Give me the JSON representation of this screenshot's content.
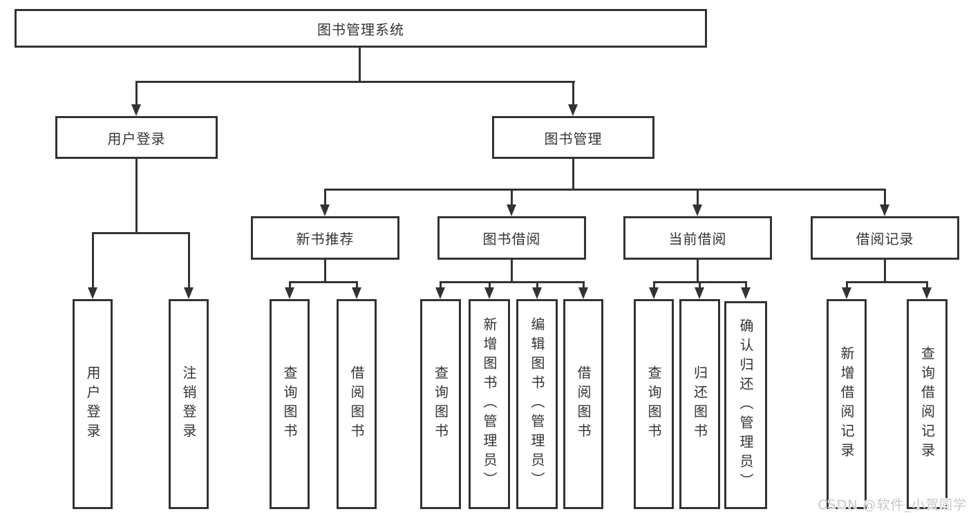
{
  "diagram_title": "图书管理系统",
  "nodes": {
    "root": {
      "label": "图书管理系统"
    },
    "user_login": {
      "label": "用户登录"
    },
    "book_mgmt": {
      "label": "图书管理"
    },
    "new_book": {
      "label": "新书推荐"
    },
    "book_borrow": {
      "label": "图书借阅"
    },
    "current_borrow": {
      "label": "当前借阅"
    },
    "borrow_records": {
      "label": "借阅记录"
    },
    "leaf_login": {
      "label": "用户登录"
    },
    "leaf_logout": {
      "label": "注销登录"
    },
    "leaf_nb_query": {
      "label": "查询图书"
    },
    "leaf_nb_borrow": {
      "label": "借阅图书"
    },
    "leaf_bb_query": {
      "label": "查询图书"
    },
    "leaf_bb_add": {
      "label": "新增图书（管理员）"
    },
    "leaf_bb_edit": {
      "label": "编辑图书（管理员）"
    },
    "leaf_bb_borrow": {
      "label": "借阅图书"
    },
    "leaf_cb_query": {
      "label": "查询图书"
    },
    "leaf_cb_return": {
      "label": "归还图书"
    },
    "leaf_cb_confirm": {
      "label": "确认归还（管理员）"
    },
    "leaf_br_add": {
      "label": "新增借阅记录"
    },
    "leaf_br_query": {
      "label": "查询借阅记录"
    }
  },
  "hierarchy": {
    "图书管理系统": {
      "用户登录": [
        "用户登录",
        "注销登录"
      ],
      "图书管理": {
        "新书推荐": [
          "查询图书",
          "借阅图书"
        ],
        "图书借阅": [
          "查询图书",
          "新增图书（管理员）",
          "编辑图书（管理员）",
          "借阅图书"
        ],
        "当前借阅": [
          "查询图书",
          "归还图书",
          "确认归还（管理员）"
        ],
        "借阅记录": [
          "新增借阅记录",
          "查询借阅记录"
        ]
      }
    }
  },
  "watermark": {
    "text": "CSDN @软件_小贺同学"
  },
  "colors": {
    "line": "#333333",
    "box_border": "#333333",
    "box_background": "#ffffff",
    "text": "#333333",
    "canvas_background": "#ffffff",
    "watermark_text": "#c8c8c8"
  }
}
